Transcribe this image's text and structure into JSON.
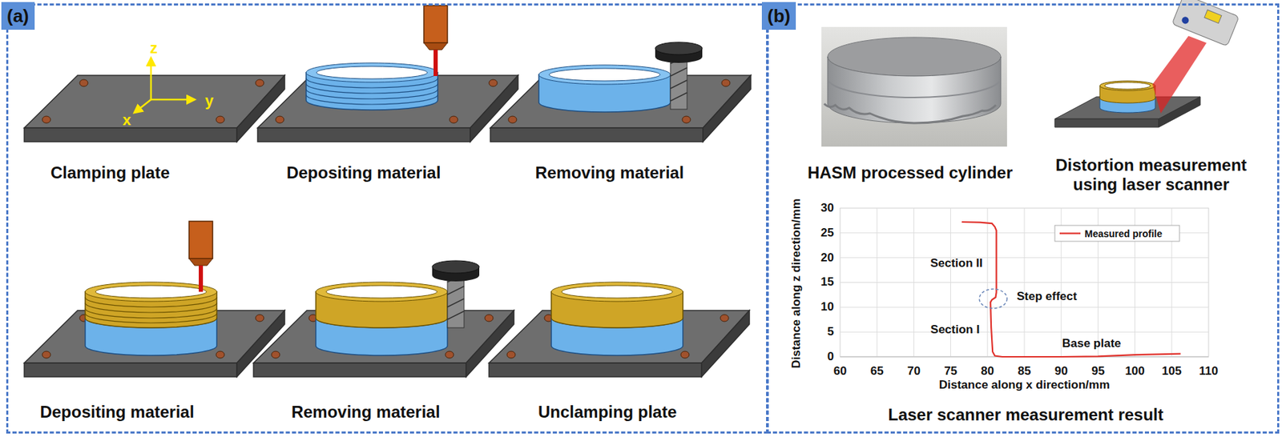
{
  "diagram": {
    "nodes": [
      {
        "text": [
          "(a)"
        ]
      },
      {
        "text": [
          "(b)"
        ]
      }
    ],
    "labels": [
      "z",
      "y",
      "x",
      "Clamping plate",
      "Depositing material",
      "Removing material",
      "Depositing material",
      "Removing material",
      "Unclamping plate",
      "HASM processed cylinder",
      "Distortion measurement using laser scanner",
      "30",
      "25",
      "20",
      "15",
      "10",
      "5",
      "0",
      "60",
      "65",
      "70",
      "75",
      "80",
      "85",
      "90",
      "95",
      "100",
      "105",
      "110",
      "Distance along z direction/mm",
      "Distance along x direction/mm",
      "Section II",
      "Step effect",
      "Section I",
      "Base plate",
      "Laser scanner measurement result"
    ],
    "legend": [
      {
        "text": "Measured profile"
      }
    ]
  }
}
